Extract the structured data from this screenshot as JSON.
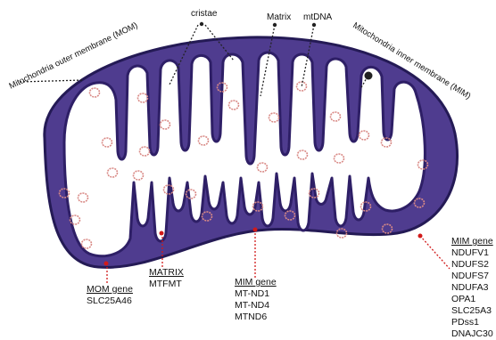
{
  "colors": {
    "outer_membrane": "#4f3c8f",
    "outer_stroke": "#241a55",
    "inner_membrane": "#2e1f66",
    "matrix": "#ffffff",
    "mtdna": "#d98a86",
    "marker": "#d11a1a",
    "leader": "#222222"
  },
  "labels": {
    "mom": "Mitochondria outer membrane (MOM)",
    "cristae": "cristae",
    "matrix": "Matrix",
    "mtdna": "mtDNA",
    "mim": "Mitochondria inner membrane (MIM)"
  },
  "gene_groups": {
    "mom": {
      "header": "MOM gene",
      "genes": [
        "SLC25A46"
      ]
    },
    "matrix": {
      "header": "MATRIX",
      "genes": [
        "MTFMT"
      ]
    },
    "mim_center": {
      "header": "MIM gene",
      "genes": [
        "MT-ND1",
        "MT-ND4",
        "MTND6"
      ]
    },
    "mim_right": {
      "header": "MIM gene",
      "genes": [
        "NDUFV1",
        "NDUFS2",
        "NDUFS7",
        "NDUFA3",
        "OPA1",
        "SLC25A3",
        "PDss1",
        "DNAJC30"
      ]
    }
  },
  "icons": {
    "mtdna_circle": "mtdna-circle-icon",
    "gene_marker": "red-dot-marker-icon"
  }
}
